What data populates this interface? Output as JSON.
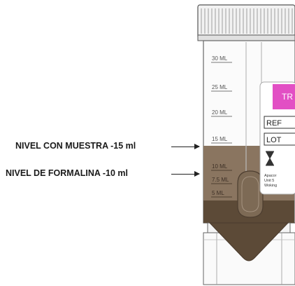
{
  "tube": {
    "graduations": [
      "30 ML",
      "25 ML",
      "20 ML",
      "15 ML",
      "10 ML",
      "7.5 ML",
      "5 ML"
    ],
    "label": {
      "brand_text": "TR",
      "ref_text": "REF",
      "lot_text": "LOT",
      "fine_print": [
        "Apacor",
        "Unit 5",
        "Woking"
      ],
      "brand_color": "#e24fc4"
    },
    "sample_color": "#8a7560",
    "sample_dark_color": "#5c4a37"
  },
  "callouts": {
    "sample_level": "NIVEL CON MUESTRA -15 ml",
    "formalin_level": "NIVEL DE FORMALINA -10 ml"
  }
}
